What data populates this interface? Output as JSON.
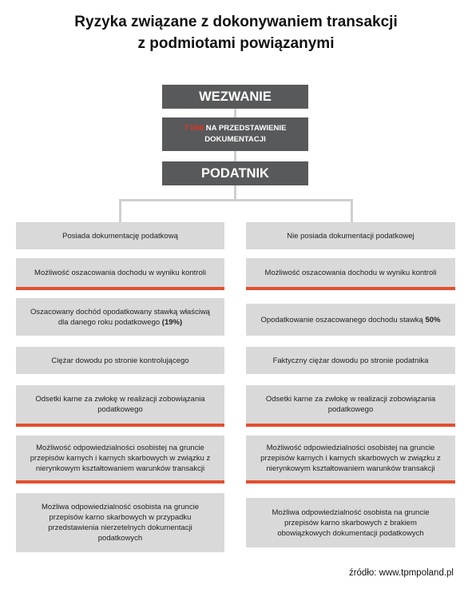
{
  "title": {
    "line1": "Ryzyka związane z dokonywaniem transakcji",
    "line2": "z podmiotami powiązanymi"
  },
  "flow": {
    "wezwanie": "WEZWANIE",
    "note_highlight": "7 DNI",
    "note_rest": " NA PRZEDSTAWIENIE",
    "note_line2": "DOKUMENTACJI",
    "podatnik": "PODATNIK"
  },
  "left": {
    "b1": "Posiada dokumentację podatkową",
    "b2": "Możliwość oszacowania dochodu w wyniku kontroli",
    "b3_line1": "Oszacowany dochód opodatkowany stawką właściwą",
    "b3_line2_pre": "dla danego roku podatkowego ",
    "b3_bold": "(19%)",
    "b4": "Ciężar dowodu po stronie kontrolującego",
    "b5_line1": "Odsetki karne za zwłokę w realizacji zobowiązania",
    "b5_line2": "podatkowego",
    "b6_line1": "Możliwość odpowiedzialności osobistej na gruncie",
    "b6_line2": "przepisów karnych i karnych skarbowych w związku z",
    "b6_line3": "nierynkowym kształtowaniem warunków transakcji",
    "b7_line1": "Możliwa odpowiedzialność osobista na gruncie",
    "b7_line2": "przepisów karno skarbowych w przypadku",
    "b7_line3": "przedstawienia nierzetelnych dokumentacji",
    "b7_line4": "podatkowych"
  },
  "right": {
    "b1": "Nie posiada dokumentacji podatkowej",
    "b2": "Możliwość oszacowania dochodu w wyniku kontroli",
    "b3_pre": "Opodatkowanie oszacowanego dochodu stawką ",
    "b3_bold": "50%",
    "b4": "Faktyczny ciężar dowodu po stronie podatnika",
    "b5_line1": "Odsetki karne za zwłokę w realizacji zobowiązania",
    "b5_line2": "podatkowego",
    "b6_line1": "Możliwość odpowiedzialności osobistej na gruncie",
    "b6_line2": "przepisów karnych i karnych skarbowych w związku z",
    "b6_line3": "nierynkowym kształtowaniem warunków transakcji",
    "b7_line1": "Możliwa odpowiedzialność osobista na gruncie",
    "b7_line2": "przepisów karno skarbowych z brakiem",
    "b7_line3": "obowiązkowych dokumentacji podatkowych"
  },
  "source": "źródło: www.tpmpoland.pl",
  "colors": {
    "header_bg": "#58595b",
    "box_bg": "#d9d9d9",
    "accent_red": "#e2502f",
    "highlight_red": "#e8321c",
    "connector": "#cfcfcf"
  }
}
